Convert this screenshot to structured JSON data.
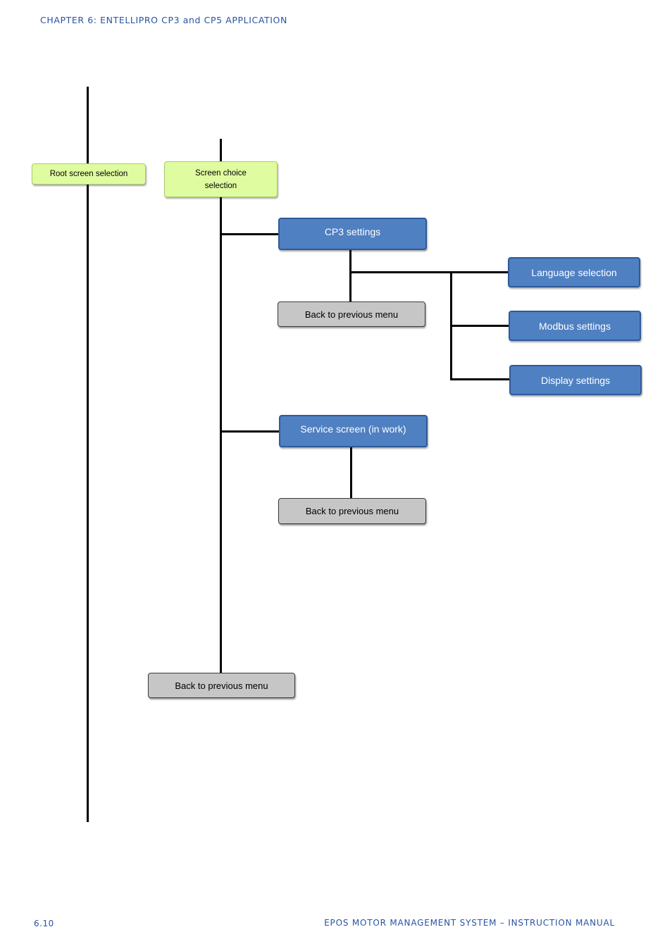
{
  "header": {
    "chapter": "CHAPTER 6: ENTELLIPRO CP3 and CP5 APPLICATION"
  },
  "footer": {
    "page_number": "6.10",
    "manual_title": "EPOS MOTOR MANAGEMENT SYSTEM – INSTRUCTION MANUAL"
  },
  "diagram": {
    "root": "Root screen selection",
    "screen_choice_line1": "Screen choice",
    "screen_choice_line2": "selection",
    "cp3": "CP3 settings",
    "cp3_back": "Back to previous menu",
    "language": "Language selection",
    "modbus": "Modbus settings",
    "display": "Display settings",
    "service": "Service screen (in work)",
    "service_back": "Back to previous menu",
    "main_back": "Back to previous menu"
  },
  "colors": {
    "header_text": "#2a52a6",
    "green_box": "#e0fca0",
    "blue_box": "#4f80c2",
    "grey_box": "#c6c6c6"
  }
}
